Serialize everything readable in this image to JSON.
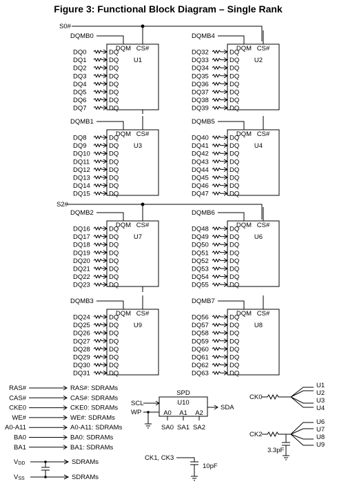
{
  "title": "Figure 3:  Functional Block Diagram – Single Rank",
  "select_labels": {
    "s0": "S0#",
    "s2": "S2#"
  },
  "pin_labels": {
    "dqm": "DQM",
    "cs": "CS#",
    "dq": "DQ"
  },
  "chips": [
    {
      "name": "U1",
      "dqmb": "DQMB0",
      "dq": [
        "DQ0",
        "DQ1",
        "DQ2",
        "DQ3",
        "DQ4",
        "DQ5",
        "DQ6",
        "DQ7"
      ]
    },
    {
      "name": "U2",
      "dqmb": "DQMB4",
      "dq": [
        "DQ32",
        "DQ33",
        "DQ34",
        "DQ35",
        "DQ36",
        "DQ37",
        "DQ38",
        "DQ39"
      ]
    },
    {
      "name": "U3",
      "dqmb": "DQMB1",
      "dq": [
        "DQ8",
        "DQ9",
        "DQ10",
        "DQ11",
        "DQ12",
        "DQ13",
        "DQ14",
        "DQ15"
      ]
    },
    {
      "name": "U4",
      "dqmb": "DQMB5",
      "dq": [
        "DQ40",
        "DQ41",
        "DQ42",
        "DQ43",
        "DQ44",
        "DQ45",
        "DQ46",
        "DQ47"
      ]
    },
    {
      "name": "U7",
      "dqmb": "DQMB2",
      "dq": [
        "DQ16",
        "DQ17",
        "DQ18",
        "DQ19",
        "DQ20",
        "DQ21",
        "DQ22",
        "DQ23"
      ]
    },
    {
      "name": "U6",
      "dqmb": "DQMB6",
      "dq": [
        "DQ48",
        "DQ49",
        "DQ50",
        "DQ51",
        "DQ52",
        "DQ53",
        "DQ54",
        "DQ55"
      ]
    },
    {
      "name": "U9",
      "dqmb": "DQMB3",
      "dq": [
        "DQ24",
        "DQ25",
        "DQ26",
        "DQ27",
        "DQ28",
        "DQ29",
        "DQ30",
        "DQ31"
      ]
    },
    {
      "name": "U8",
      "dqmb": "DQMB7",
      "dq": [
        "DQ56",
        "DQ57",
        "DQ58",
        "DQ59",
        "DQ60",
        "DQ61",
        "DQ62",
        "DQ63"
      ]
    }
  ],
  "control_signals": [
    {
      "from": "RAS#",
      "to": "RAS#: SDRAMs"
    },
    {
      "from": "CAS#",
      "to": "CAS#: SDRAMs"
    },
    {
      "from": "CKE0",
      "to": "CKE0: SDRAMs"
    },
    {
      "from": "WE#",
      "to": "WE#: SDRAMs"
    },
    {
      "from": "A0-A11",
      "to": "A0-A11: SDRAMs"
    },
    {
      "from": "BA0",
      "to": "BA0: SDRAMs"
    },
    {
      "from": "BA1",
      "to": "BA1: SDRAMs"
    }
  ],
  "power": {
    "vdd": {
      "main": "V",
      "sub": "DD",
      "to": "SDRAMs"
    },
    "vss": {
      "main": "V",
      "sub": "SS",
      "to": "SDRAMs"
    }
  },
  "spd": {
    "label": "SPD",
    "name": "U10",
    "scl": "SCL",
    "wp": "WP",
    "sda": "SDA",
    "addr_pins": [
      "A0",
      "A1",
      "A2"
    ],
    "addr_out": [
      "SA0",
      "SA1",
      "SA2"
    ]
  },
  "ck_term": {
    "label": "CK1, CK3",
    "cap": "10pF"
  },
  "clocks": [
    {
      "label": "CK0",
      "targets": [
        "U1",
        "U2",
        "U3",
        "U4"
      ]
    },
    {
      "label": "CK2",
      "targets": [
        "U6",
        "U7",
        "U8",
        "U9"
      ],
      "cap": "3.3pF"
    }
  ]
}
